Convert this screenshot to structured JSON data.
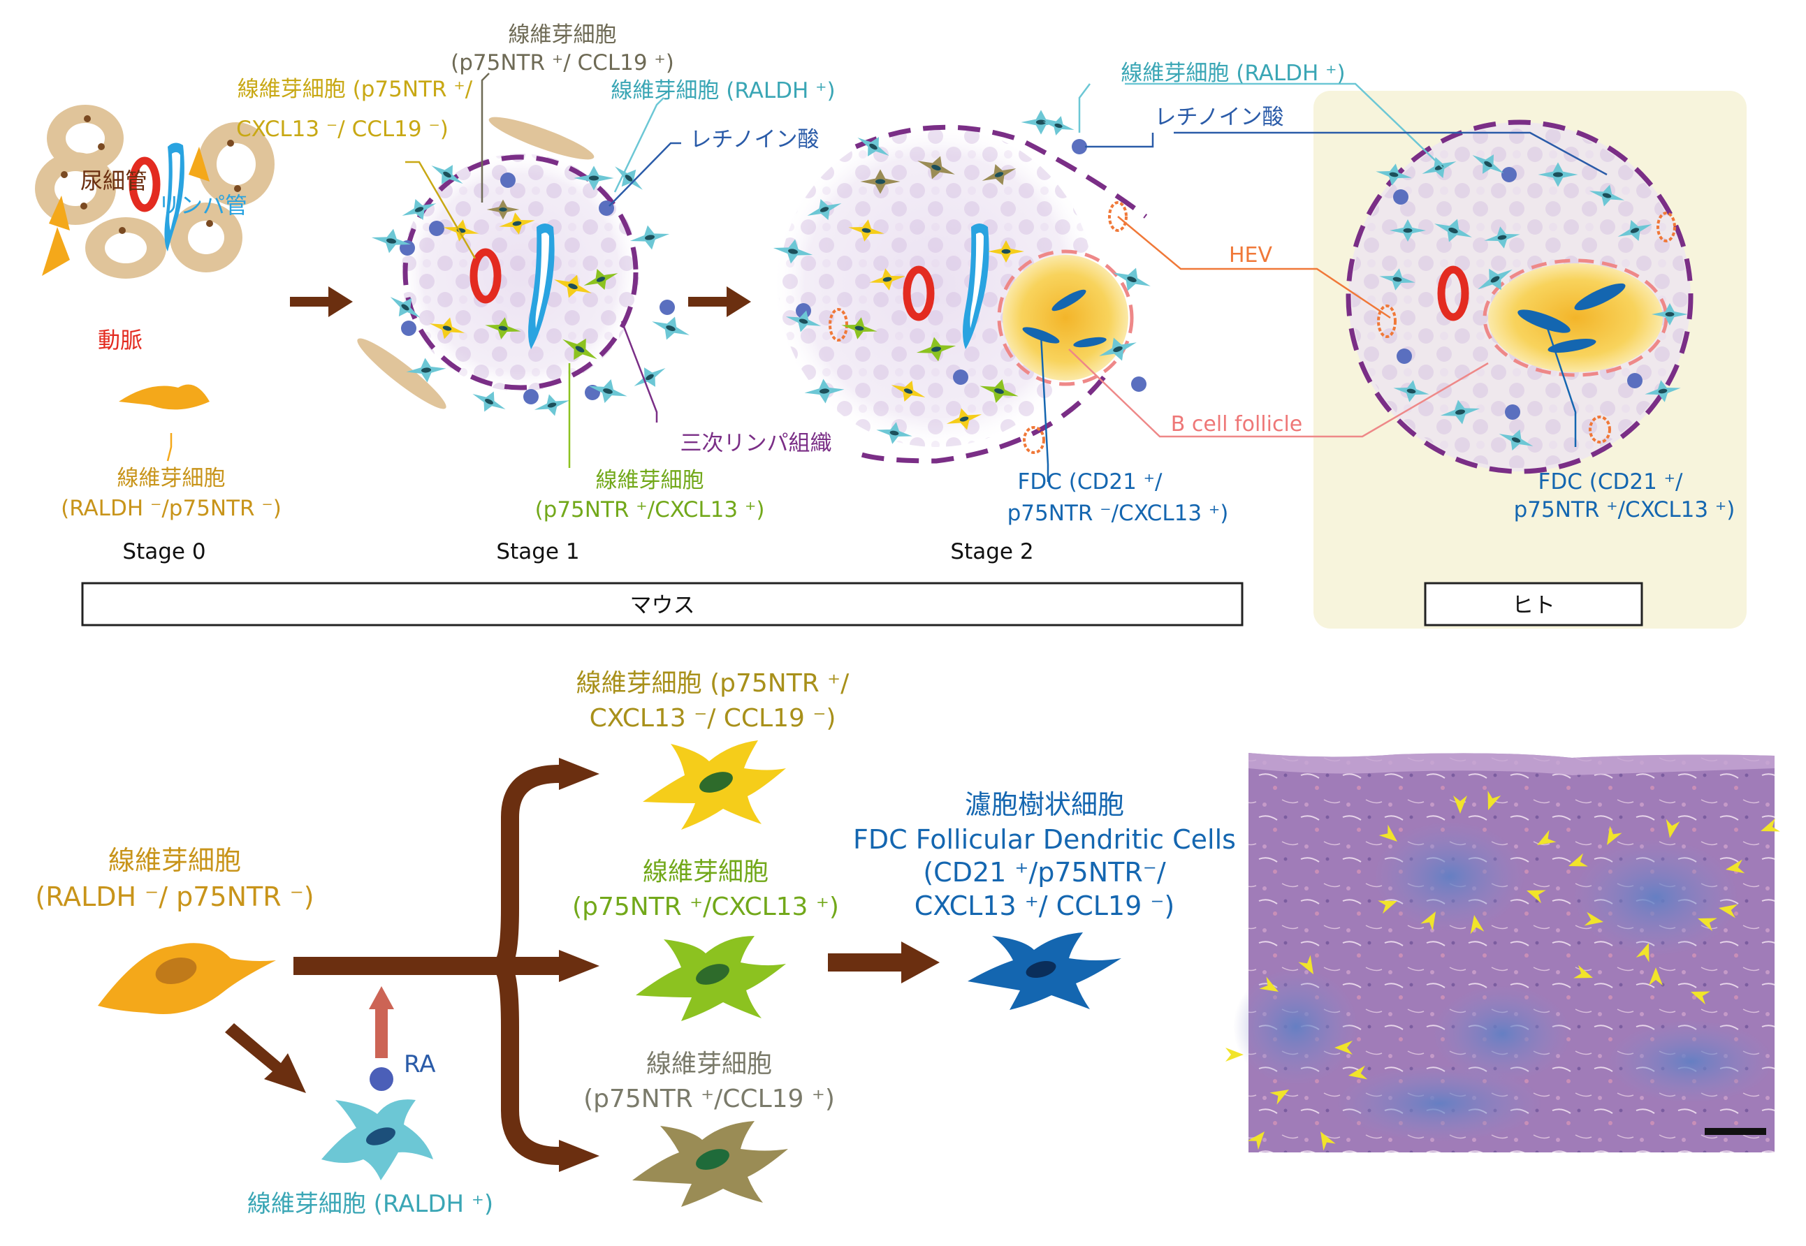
{
  "colors": {
    "brown": "#6b2f10",
    "tan": "#e0c49a",
    "red": "#e32b20",
    "lymph": "#29a3e0",
    "orange": "#f4a81a",
    "yellow": "#f5cd1a",
    "lime": "#8cc220",
    "olive": "#9a8c55",
    "teal": "#6cc7d5",
    "navy": "#2a5ba8",
    "purple": "#7a2e86",
    "hev": "#f07838",
    "pink": "#ee8888",
    "fdc": "#1466b0",
    "human_bg": "#f7f4dc",
    "tissue": "#9e7db6",
    "arrowhead": "#f1e42a"
  },
  "labels": {
    "renal_tubule": "尿細管",
    "lymph_vessel": "リンパ管",
    "artery": "動脈",
    "fibro_raldh_neg_line1": "線維芽細胞",
    "fibro_raldh_neg_line2": "(RALDH ⁻/p75NTR ⁻)",
    "stage0": "Stage 0",
    "fibro_yellow_line1": "線維芽細胞 (p75NTR ⁺/",
    "fibro_yellow_line2": "CXCL13 ⁻/ CCL19 ⁻)",
    "fibro_olive_line1": "線維芽細胞",
    "fibro_olive_line2": "(p75NTR ⁺/ CCL19 ⁺)",
    "fibro_teal_top": "線維芽細胞 (RALDH ⁺)",
    "retinoic_acid": "レチノイン酸",
    "tertiary_lymphoid": "三次リンパ組織",
    "fibro_lime_line1": "線維芽細胞",
    "fibro_lime_line2": "(p75NTR ⁺/CXCL13 ⁺)",
    "stage1": "Stage 1",
    "fibro_teal_stage2": "線維芽細胞 (RALDH ⁺)",
    "retinoic_acid_stage2": "レチノイン酸",
    "hev": "HEV",
    "b_cell_follicle": "B cell follicle",
    "fdc_mouse_line1": "FDC (CD21  ⁺/",
    "fdc_mouse_line2": "p75NTR ⁻/CXCL13 ⁺)",
    "stage2": "Stage 2",
    "fdc_human_line1": "FDC (CD21  ⁺/",
    "fdc_human_line2": "p75NTR ⁺/CXCL13 ⁺)",
    "mouse": "マウス",
    "human": "ヒト"
  },
  "bottom": {
    "left_fibro_line1": "線維芽細胞",
    "left_fibro_line2": "(RALDH ⁻/ p75NTR ⁻)",
    "ra": "RA",
    "teal_fibro": "線維芽細胞 (RALDH ⁺)",
    "yellow_fibro_line1": "線維芽細胞 (p75NTR ⁺/",
    "yellow_fibro_line2": "CXCL13 ⁻/ CCL19 ⁻)",
    "lime_fibro_line1": "線維芽細胞",
    "lime_fibro_line2": "(p75NTR ⁺/CXCL13 ⁺)",
    "olive_fibro_line1": "線維芽細胞",
    "olive_fibro_line2": "(p75NTR ⁺/CCL19 ⁺)",
    "fdc_line1": "濾胞樹状細胞",
    "fdc_line2": "FDC Follicular Dendritic Cells",
    "fdc_line3": "(CD21 ⁺/p75NTR⁻/",
    "fdc_line4": "CXCL13  ⁺/ CCL19 ⁻)"
  }
}
